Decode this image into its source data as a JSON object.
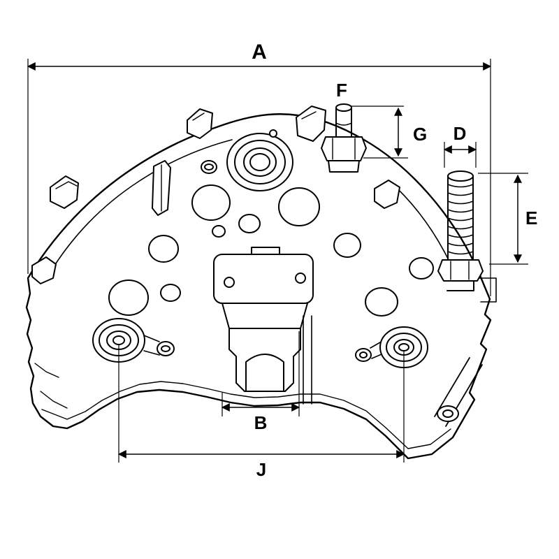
{
  "diagram": {
    "kind": "technical-line-drawing",
    "subject": "Rectifier plate isometric view with dimension callouts",
    "background": "#ffffff",
    "line_color": "#000000",
    "labels": {
      "A": "A",
      "B": "B",
      "D": "D",
      "E": "E",
      "F": "F",
      "G": "G",
      "J": "J"
    }
  }
}
